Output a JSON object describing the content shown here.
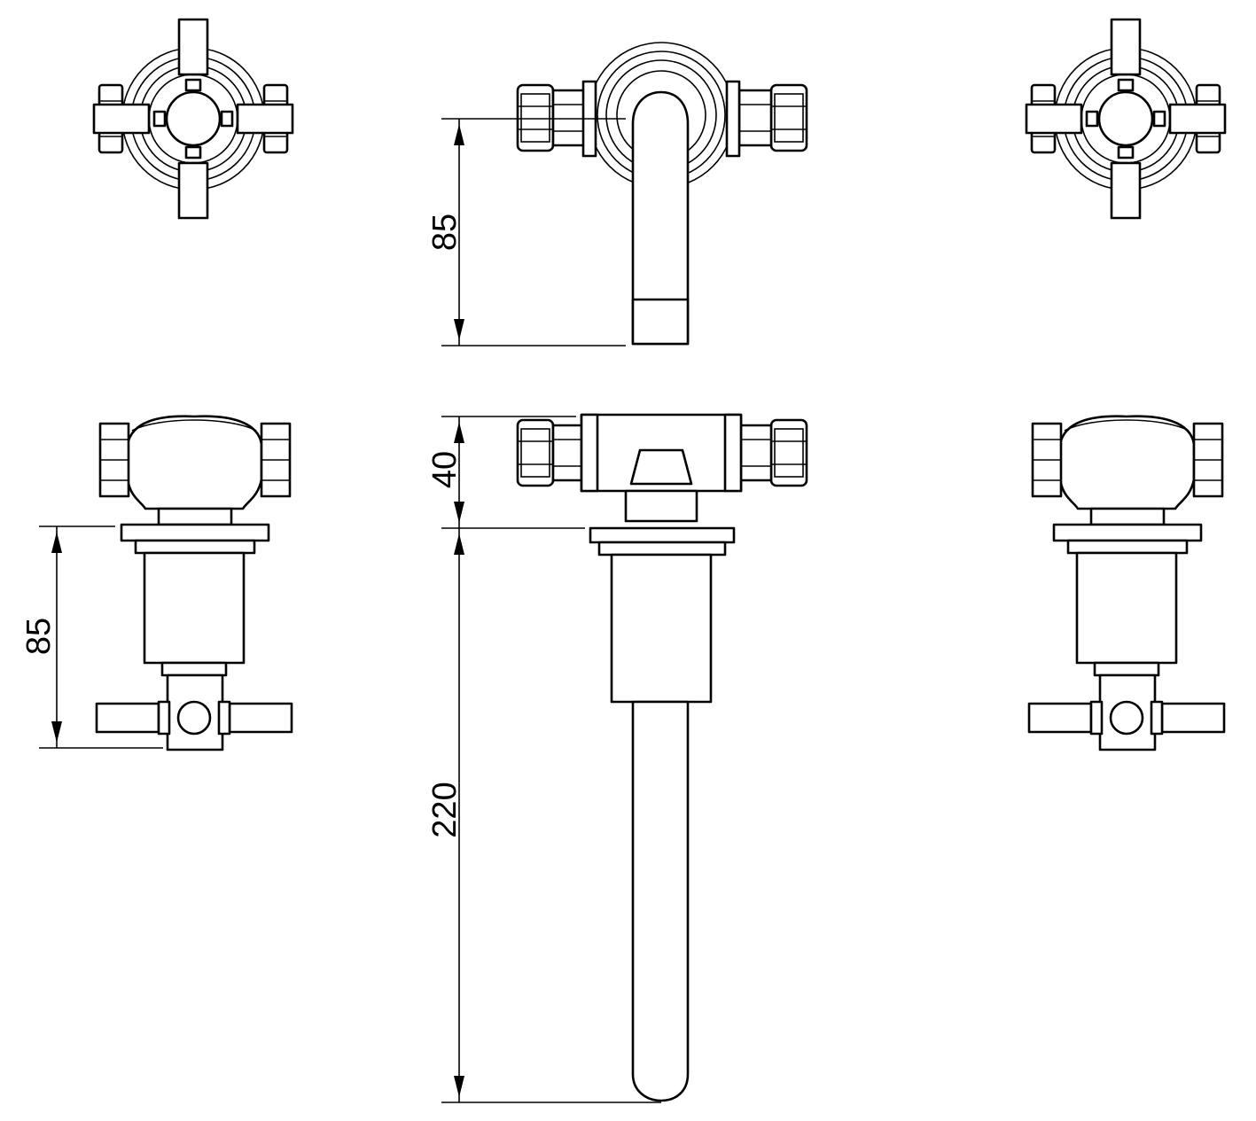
{
  "drawing": {
    "views": [
      "top",
      "front"
    ],
    "components": [
      "left-cross-handle-valve",
      "spout",
      "right-cross-handle-valve"
    ]
  },
  "dimensions": {
    "spout_top_projection": "85",
    "valve_projection": "85",
    "spout_body_height": "40",
    "spout_drop": "220"
  },
  "colors": {
    "line": "#000000",
    "background": "#ffffff"
  }
}
